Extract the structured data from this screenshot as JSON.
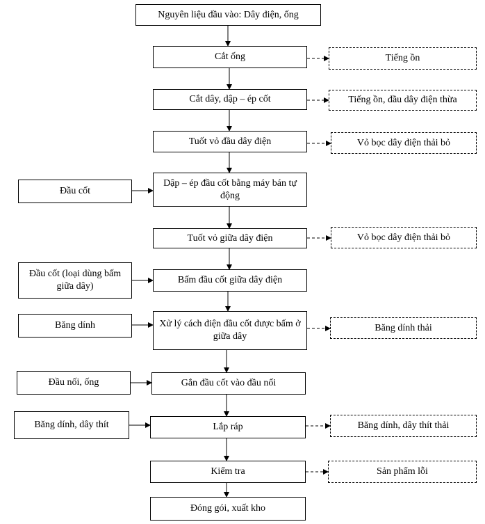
{
  "process": [
    "Nguyên liệu đầu vào: Dây điện, ống",
    "Cắt ống",
    "Cắt dây, dập – ép cốt",
    "Tuốt vỏ đầu dây điện",
    "Dập – ép đầu cốt bằng máy bán tự động",
    "Tuốt vỏ giữa dây điện",
    "Bấm đầu cốt giữa dây điện",
    "Xử lý cách điện đầu cốt được bấm ở giữa dây",
    "Gắn đầu cốt vào đầu nối",
    "Lắp ráp",
    "Kiểm tra",
    "Đóng gói, xuất kho"
  ],
  "inputs": [
    "Đầu cốt",
    "Đầu cốt (loại dùng bấm giữa dây)",
    "Băng dính",
    "Đầu nối, ống",
    "Băng dính, dây thít"
  ],
  "outputs": [
    "Tiếng ồn",
    "Tiếng ồn, đầu dây điện thừa",
    "Vỏ bọc dây điện thải bỏ",
    "Vỏ bọc dây điện thải bỏ",
    "Băng dính thải",
    "Băng dính, dây thít thải",
    "Sản phẩm lỗi"
  ]
}
